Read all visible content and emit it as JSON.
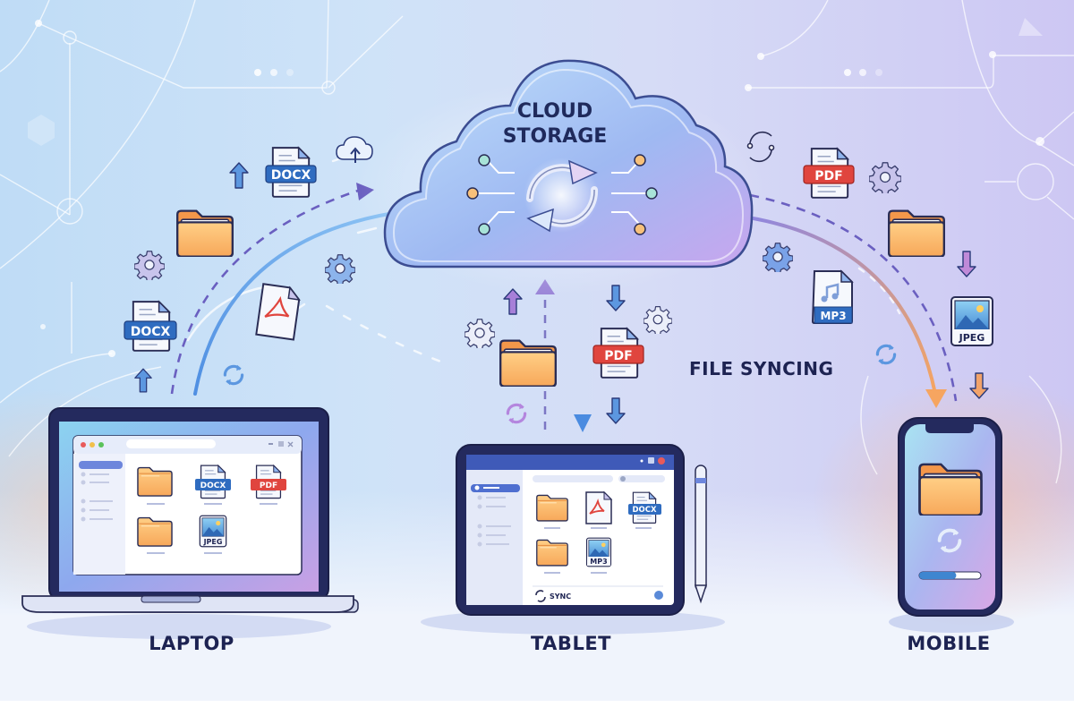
{
  "title": "Cloud Storage File Syncing",
  "cloud": {
    "line1": "CLOUD",
    "line2": "STORAGE",
    "icon": "sync-icon"
  },
  "caption": "FILE SYNCING",
  "devices": {
    "laptop": {
      "label": "LAPTOP",
      "window_controls": [
        "close",
        "minimize",
        "maximize"
      ],
      "files": [
        {
          "type": "folder",
          "icon": "folder-icon"
        },
        {
          "type": "DOCX",
          "icon": "docx-file-icon"
        },
        {
          "type": "PDF",
          "icon": "pdf-file-icon"
        },
        {
          "type": "folder",
          "icon": "folder-icon"
        },
        {
          "type": "JPEG",
          "icon": "image-file-icon"
        }
      ]
    },
    "tablet": {
      "label": "TABLET",
      "sync_label": "SYNC",
      "files": [
        {
          "type": "folder",
          "icon": "folder-icon"
        },
        {
          "type": "PDF",
          "icon": "acrobat-file-icon"
        },
        {
          "type": "DOCX",
          "icon": "docx-file-icon"
        },
        {
          "type": "folder",
          "icon": "folder-icon"
        },
        {
          "type": "MP3",
          "icon": "image-file-icon"
        }
      ]
    },
    "mobile": {
      "label": "MOBILE",
      "sync_progress": 0.6
    }
  },
  "floating_badges": {
    "docx_top": "DOCX",
    "docx_left": "DOCX",
    "pdf_center": "PDF",
    "pdf_right": "PDF",
    "mp3_right": "MP3",
    "jpeg_right": "JPEG"
  },
  "colors": {
    "navy": "#1d2352",
    "docx_blue": "#2f6cc0",
    "pdf_red": "#e0453e",
    "folder_orange": "#f8b460",
    "arrow_blue": "#5c97e0",
    "arrow_purple": "#a77fd8",
    "arrow_orange": "#f2a36a",
    "dash_purple": "#6a5fc0"
  }
}
